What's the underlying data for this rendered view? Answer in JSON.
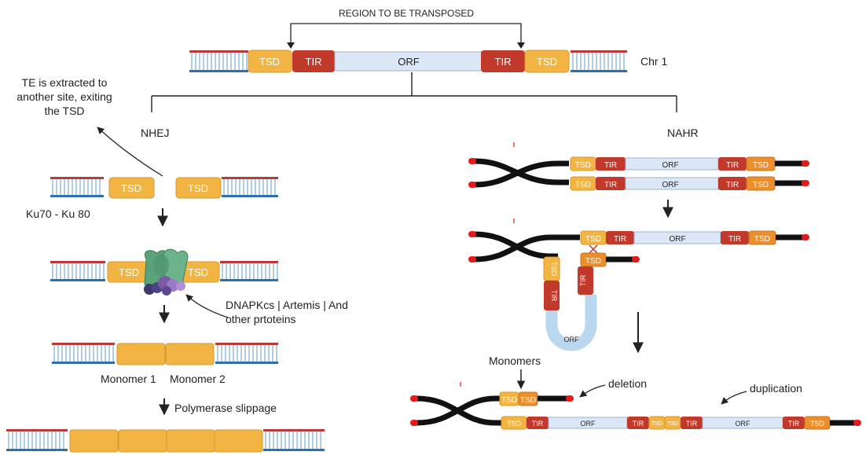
{
  "texts": {
    "region": "REGION TO BE TRANSPOSED",
    "chr": "Chr 1",
    "tsd": "TSD",
    "tir": "TIR",
    "orf": "ORF",
    "nhej": "NHEJ",
    "nahr": "NAHR",
    "te_line1": "TE is extracted to",
    "te_line2": "another site, exiting",
    "te_line3": "the TSD",
    "ku": "Ku70 - Ku 80",
    "dnap_line1": "DNAPKcs | Artemis | And",
    "dnap_line2": "other prtoteins",
    "monomer1": "Monomer 1",
    "monomer2": "Monomer 2",
    "slippage": "Polymerase slippage",
    "monomers": "Monomers",
    "deletion": "deletion",
    "duplication": "duplication"
  },
  "colors": {
    "tsd": "#f2b543",
    "tsd_orange": "#eb8f2c",
    "tir": "#c0392b",
    "orf": "#dbe7f7",
    "loop": "#b9d7ef",
    "dna_top": "#b83a3a",
    "dna_bottom": "#2f6fb0",
    "rung": "#8cb9de",
    "chromatid": "#111111",
    "telomere": "#e31b1b",
    "ku": "#5aa37a",
    "dnap": "#7d5aa6"
  }
}
